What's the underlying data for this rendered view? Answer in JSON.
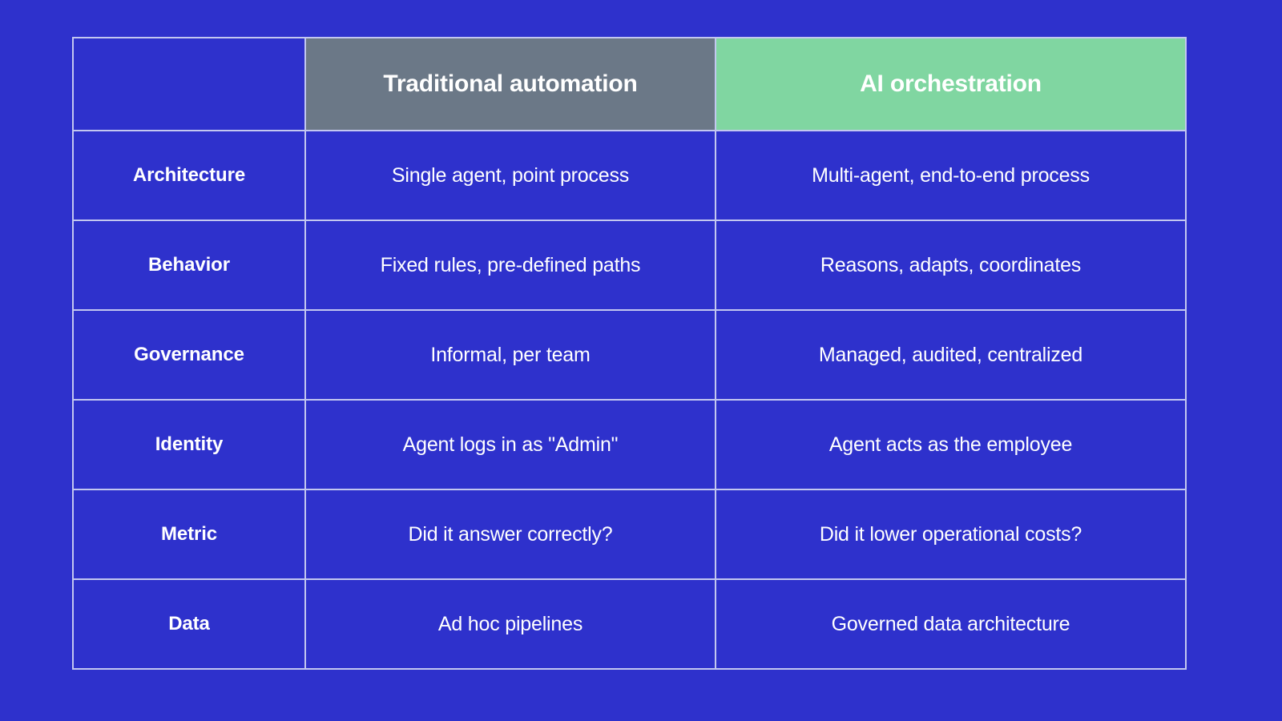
{
  "theme": {
    "background": "#2E31CC",
    "cell_background": "#2E31CC",
    "border": "#C3C7F0",
    "header_traditional_bg": "#6B7887",
    "header_ai_bg": "#80D6A1",
    "text": "#FFFFFF"
  },
  "table": {
    "corner_label": "",
    "columns": [
      {
        "key": "label",
        "label": ""
      },
      {
        "key": "traditional",
        "label": "Traditional automation"
      },
      {
        "key": "ai",
        "label": "AI orchestration"
      }
    ],
    "rows": [
      {
        "label": "Architecture",
        "traditional": "Single agent, point process",
        "ai": "Multi-agent, end-to-end process"
      },
      {
        "label": "Behavior",
        "traditional": "Fixed rules, pre-defined paths",
        "ai": "Reasons, adapts, coordinates"
      },
      {
        "label": "Governance",
        "traditional": "Informal, per team",
        "ai": "Managed, audited, centralized"
      },
      {
        "label": "Identity",
        "traditional": "Agent logs in as \"Admin\"",
        "ai": "Agent acts as the employee"
      },
      {
        "label": "Metric",
        "traditional": "Did it answer correctly?",
        "ai": "Did it lower operational costs?"
      },
      {
        "label": "Data",
        "traditional": "Ad hoc pipelines",
        "ai": "Governed data architecture"
      }
    ]
  }
}
